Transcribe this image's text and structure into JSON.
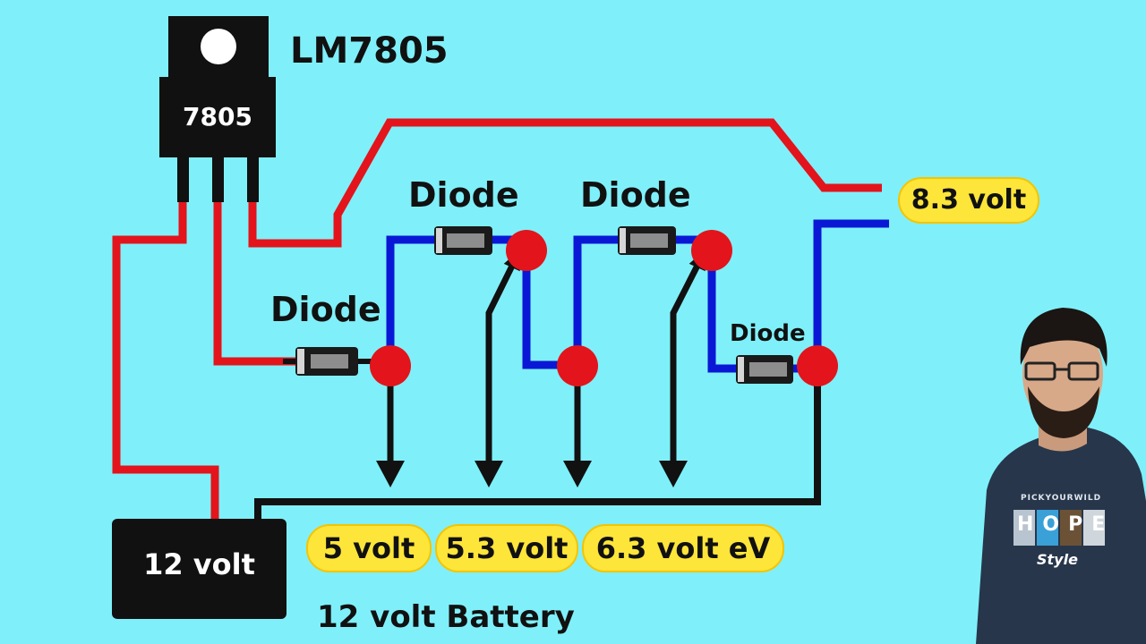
{
  "regulator": {
    "title": "LM7805",
    "body_label": "7805"
  },
  "diodes": [
    "Diode",
    "Diode",
    "Diode",
    "Diode"
  ],
  "outputs": {
    "v1": "5 volt",
    "v2": "5.3 volt",
    "v3": "6.3 volt eV",
    "v4": "8.3 volt"
  },
  "battery": {
    "label": "12 volt",
    "caption": "12 volt Battery"
  },
  "presenter_shirt": {
    "top": "PICKYOURWILD",
    "word": "HOPE",
    "bottom": "Style"
  },
  "colors": {
    "background": "#7ff0fa",
    "positive_wire": "#e3141b",
    "diode_wire": "#0a18d6",
    "node": "#e3141b",
    "ground": "#111111",
    "pill": "#fde53a"
  }
}
